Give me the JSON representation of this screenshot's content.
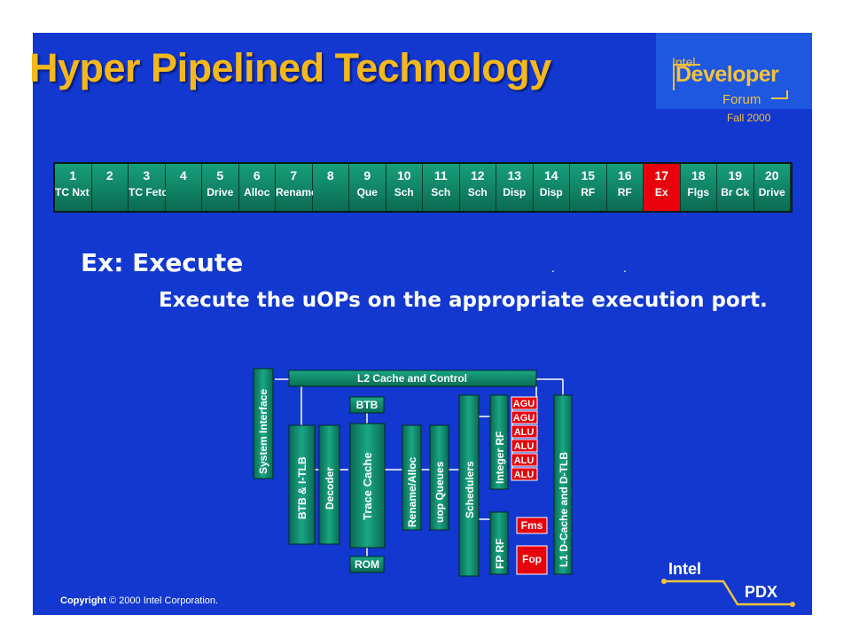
{
  "slide": {
    "title": "Hyper Pipelined Technology",
    "logo": {
      "small": "Intel",
      "big": "Developer",
      "forum": "Forum",
      "season": "Fall 2000"
    },
    "pipeline": [
      {
        "n": "1",
        "label": "TC Nxt IP"
      },
      {
        "n": "2",
        "label": ""
      },
      {
        "n": "3",
        "label": "TC Fetch"
      },
      {
        "n": "4",
        "label": ""
      },
      {
        "n": "5",
        "label": "Drive"
      },
      {
        "n": "6",
        "label": "Alloc"
      },
      {
        "n": "7",
        "label": "Rename"
      },
      {
        "n": "8",
        "label": ""
      },
      {
        "n": "9",
        "label": "Que"
      },
      {
        "n": "10",
        "label": "Sch"
      },
      {
        "n": "11",
        "label": "Sch"
      },
      {
        "n": "12",
        "label": "Sch"
      },
      {
        "n": "13",
        "label": "Disp"
      },
      {
        "n": "14",
        "label": "Disp"
      },
      {
        "n": "15",
        "label": "RF"
      },
      {
        "n": "16",
        "label": "RF"
      },
      {
        "n": "17",
        "label": "Ex"
      },
      {
        "n": "18",
        "label": "Flgs"
      },
      {
        "n": "19",
        "label": "Br Ck"
      },
      {
        "n": "20",
        "label": "Drive"
      }
    ],
    "active_stage": "17",
    "heading": "Ex: Execute",
    "description": "Execute the uOPs on the appropriate execution port.",
    "diagram": {
      "l2": "L2 Cache and Control",
      "system_interface": "System Interface",
      "btb": "BTB",
      "btb_itlb": "BTB & I-TLB",
      "decoder": "Decoder",
      "trace_cache": "Trace Cache",
      "rom": "ROM",
      "rename": "Rename/Alloc",
      "uop": "uop Queues",
      "schedulers": "Schedulers",
      "int_rf": "Integer RF",
      "fp_rf": "FP RF",
      "units": [
        "AGU",
        "AGU",
        "ALU",
        "ALU",
        "ALU",
        "ALU"
      ],
      "fms": "Fms",
      "fop": "Fop",
      "l1": "L1 D-Cache and D-TLB"
    },
    "copyright_prefix": "Copyright",
    "copyright_text": "© 2000 Intel Corporation.",
    "footer_logo": {
      "intel": "Intel",
      "pdx": "PDX"
    },
    "colors": {
      "background": "#1238d0",
      "title": "#f4b81c",
      "block": "#0b8a68",
      "exec_unit": "#e8000a"
    }
  }
}
